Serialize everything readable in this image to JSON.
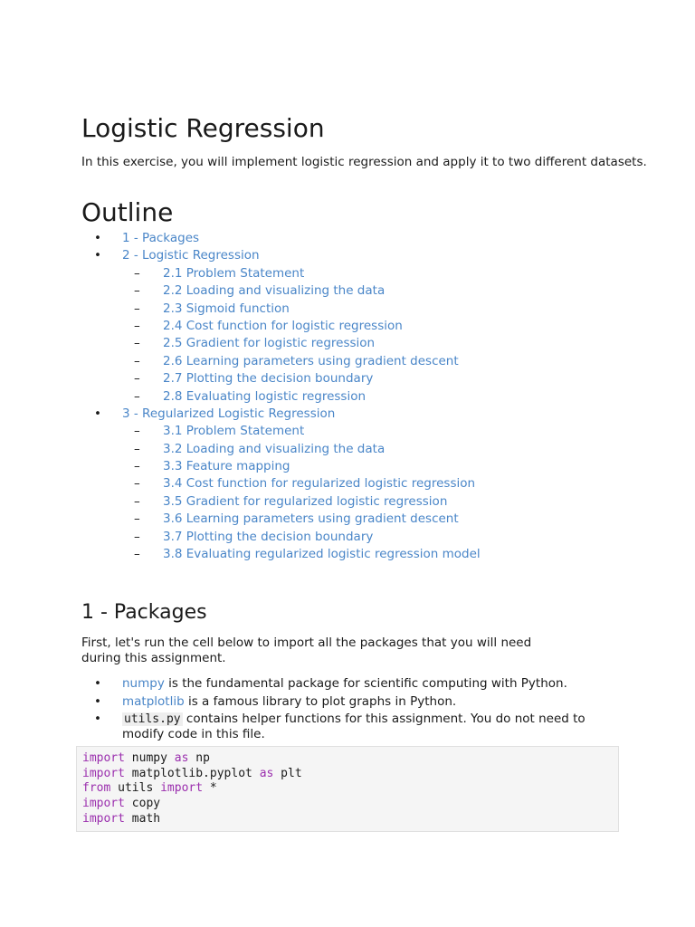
{
  "title": "Logistic Regression",
  "intro": "In this exercise, you will implement logistic regression and apply it to two different datasets.",
  "outline": {
    "heading": "Outline",
    "items": [
      {
        "label": "1 - Packages",
        "level": 1
      },
      {
        "label": "2 - Logistic Regression",
        "level": 1
      },
      {
        "label": "2.1 Problem Statement",
        "level": 2
      },
      {
        "label": "2.2 Loading and visualizing the data",
        "level": 2
      },
      {
        "label": "2.3 Sigmoid function",
        "level": 2
      },
      {
        "label": "2.4 Cost function for logistic regression",
        "level": 2
      },
      {
        "label": "2.5 Gradient for logistic regression",
        "level": 2
      },
      {
        "label": "2.6 Learning parameters using gradient descent",
        "level": 2
      },
      {
        "label": "2.7 Plotting the decision boundary",
        "level": 2
      },
      {
        "label": "2.8 Evaluating logistic regression",
        "level": 2
      },
      {
        "label": "3 - Regularized Logistic Regression",
        "level": 1
      },
      {
        "label": "3.1 Problem Statement",
        "level": 2
      },
      {
        "label": "3.2 Loading and visualizing the data",
        "level": 2
      },
      {
        "label": "3.3 Feature mapping",
        "level": 2
      },
      {
        "label": "3.4 Cost function for regularized logistic regression",
        "level": 2
      },
      {
        "label": "3.5 Gradient for regularized logistic regression",
        "level": 2
      },
      {
        "label": "3.6 Learning parameters using gradient descent",
        "level": 2
      },
      {
        "label": "3.7 Plotting the decision boundary",
        "level": 2
      },
      {
        "label": "3.8 Evaluating regularized logistic regression model",
        "level": 2
      }
    ]
  },
  "packages": {
    "heading": "1 - Packages",
    "intro": "First, let's run the cell below to import all the packages that you will need during this assignment.",
    "items": [
      {
        "link": "numpy",
        "text": " is the fundamental package for scientific computing with Python."
      },
      {
        "link": "matplotlib",
        "text": " is a famous library to plot graphs in Python."
      },
      {
        "code": "utils.py",
        "text": " contains helper functions for this assignment. You do not need to modify code in this file."
      }
    ]
  },
  "code_cell": {
    "lines": [
      [
        {
          "t": "import",
          "kw": true
        },
        {
          "t": " numpy "
        },
        {
          "t": "as",
          "kw": true
        },
        {
          "t": " np"
        }
      ],
      [
        {
          "t": "import",
          "kw": true
        },
        {
          "t": " matplotlib.pyplot "
        },
        {
          "t": "as",
          "kw": true
        },
        {
          "t": " plt"
        }
      ],
      [
        {
          "t": "from",
          "kw": true
        },
        {
          "t": " utils "
        },
        {
          "t": "import",
          "kw": true
        },
        {
          "t": " *"
        }
      ],
      [
        {
          "t": "import",
          "kw": true
        },
        {
          "t": " copy"
        }
      ],
      [
        {
          "t": "import",
          "kw": true
        },
        {
          "t": " math"
        }
      ]
    ]
  },
  "colors": {
    "link": "#4a86c8",
    "keyword": "#9b2fae",
    "code_bg": "#f5f5f5"
  }
}
